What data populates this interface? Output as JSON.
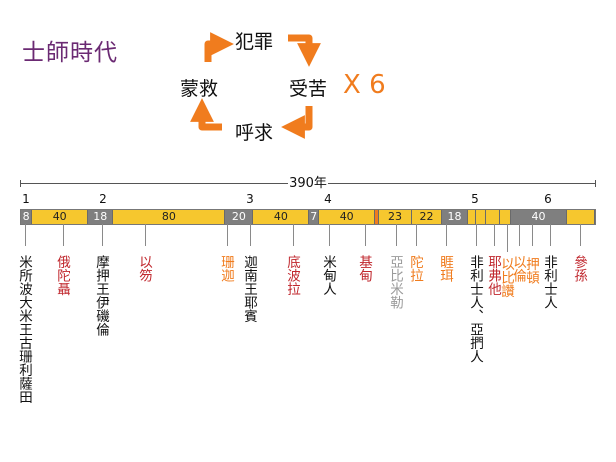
{
  "title": "士師時代",
  "cycle": {
    "top": "犯罪",
    "right": "受苦",
    "bottom": "呼求",
    "left": "蒙救",
    "repeat": "X 6"
  },
  "timeline": {
    "total_label": "390年",
    "episode_numbers": [
      "1",
      "2",
      "3",
      "4",
      "5",
      "6"
    ],
    "segments": [
      {
        "label": "8",
        "value": 8,
        "kind": "gray"
      },
      {
        "label": "40",
        "value": 40,
        "kind": "gold"
      },
      {
        "label": "18",
        "value": 18,
        "kind": "gray"
      },
      {
        "label": "80",
        "value": 80,
        "kind": "gold"
      },
      {
        "label": "20",
        "value": 20,
        "kind": "gray"
      },
      {
        "label": "40",
        "value": 40,
        "kind": "gold"
      },
      {
        "label": "7",
        "value": 7,
        "kind": "gray"
      },
      {
        "label": "40",
        "value": 40,
        "kind": "gold"
      },
      {
        "label": "",
        "value": 3,
        "kind": "orange"
      },
      {
        "label": "23",
        "value": 23,
        "kind": "gold"
      },
      {
        "label": "22",
        "value": 22,
        "kind": "gold"
      },
      {
        "label": "18",
        "value": 18,
        "kind": "gray"
      },
      {
        "label": "",
        "value": 6,
        "kind": "gold"
      },
      {
        "label": "",
        "value": 7,
        "kind": "gold"
      },
      {
        "label": "",
        "value": 10,
        "kind": "gold"
      },
      {
        "label": "",
        "value": 8,
        "kind": "gold"
      },
      {
        "label": "40",
        "value": 40,
        "kind": "gray"
      },
      {
        "label": "",
        "value": 20,
        "kind": "gold"
      }
    ]
  },
  "colors": {
    "gray": "#7f7f7f",
    "gold": "#f6c72e",
    "orange": "#f07c1e",
    "red": "#c0272d",
    "black": "#111111",
    "silver": "#9a9a9a",
    "purple": "#6b2a73"
  },
  "labels": [
    {
      "name": "oppressor-mesopotamia",
      "text": "米所波大米王古珊利薩田",
      "color": "black"
    },
    {
      "name": "judge-othniel",
      "text": "俄陀聶",
      "color": "red"
    },
    {
      "name": "oppressor-moab",
      "text": "摩押王伊磯倫",
      "color": "black"
    },
    {
      "name": "judge-ehud",
      "text": "以笏",
      "color": "red"
    },
    {
      "name": "judge-shamgar",
      "text": "珊迦",
      "color": "orange"
    },
    {
      "name": "oppressor-canaan",
      "text": "迦南王耶賓",
      "color": "black"
    },
    {
      "name": "judge-deborah",
      "text": "底波拉",
      "color": "red"
    },
    {
      "name": "oppressor-midian",
      "text": "米甸人",
      "color": "black"
    },
    {
      "name": "judge-gideon",
      "text": "基甸",
      "color": "red"
    },
    {
      "name": "abimelech",
      "text": "亞比米勒",
      "color": "silver"
    },
    {
      "name": "judge-tola",
      "text": "陀拉",
      "color": "orange"
    },
    {
      "name": "judge-jair",
      "text": "睚珥",
      "color": "orange"
    },
    {
      "name": "oppressor-philistine-ammon",
      "text": "非利士人、亞捫人",
      "color": "black"
    },
    {
      "name": "judge-jephthah",
      "text": "耶弗他",
      "color": "red"
    },
    {
      "name": "judge-ibzan",
      "text": "以比讚",
      "color": "orange"
    },
    {
      "name": "judge-elon",
      "text": "以倫",
      "color": "orange"
    },
    {
      "name": "judge-abdon",
      "text": "押頓",
      "color": "orange"
    },
    {
      "name": "oppressor-philistine",
      "text": "非利士人",
      "color": "black"
    },
    {
      "name": "judge-samson",
      "text": "參孫",
      "color": "red"
    }
  ]
}
